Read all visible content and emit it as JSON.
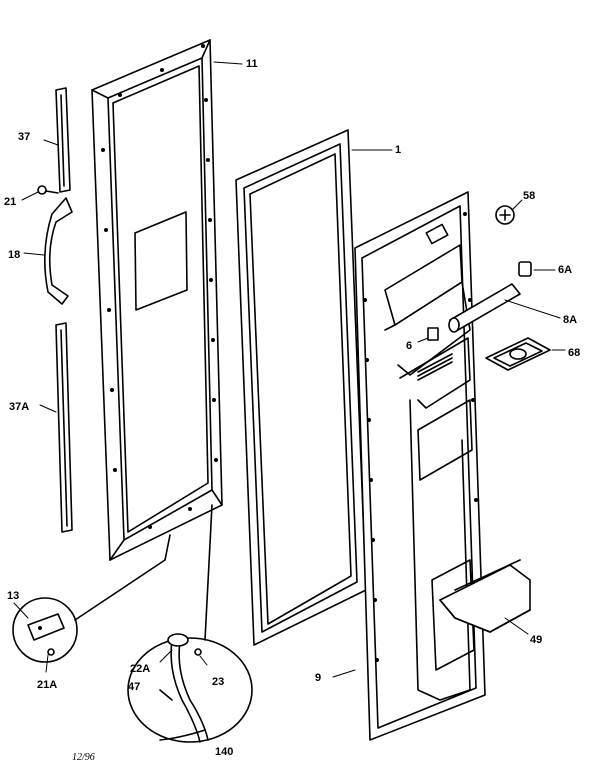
{
  "labels": {
    "p11": "11",
    "p1": "1",
    "p37": "37",
    "p21": "21",
    "p18": "18",
    "p37A": "37A",
    "p58": "58",
    "p6A": "6A",
    "p8A": "8A",
    "p6": "6",
    "p68": "68",
    "p49": "49",
    "p9": "9",
    "p13": "13",
    "p21A": "21A",
    "p22A": "22A",
    "p23": "23",
    "p47": "47",
    "p140": "140"
  },
  "footer": {
    "date": "12/96"
  }
}
